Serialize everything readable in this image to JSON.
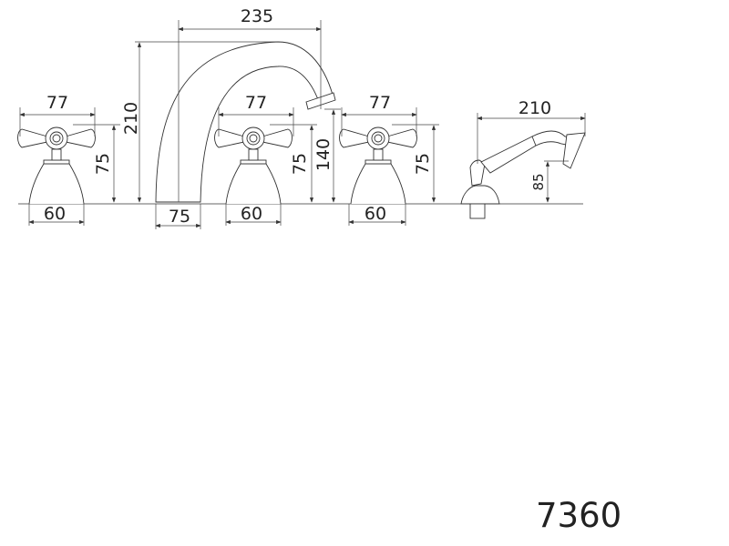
{
  "dimensions": {
    "left_valve": {
      "handle_width": "77",
      "height": "75",
      "base_width": "60"
    },
    "spout": {
      "reach": "235",
      "height": "210",
      "base_width": "75",
      "outlet_height": "140"
    },
    "middle_valve": {
      "handle_width": "77",
      "height": "75",
      "base_width": "60"
    },
    "right_valve": {
      "handle_width": "77",
      "height": "75",
      "base_width": "60"
    },
    "hand_shower": {
      "length": "210",
      "height": "85"
    }
  },
  "model_number": "7360"
}
